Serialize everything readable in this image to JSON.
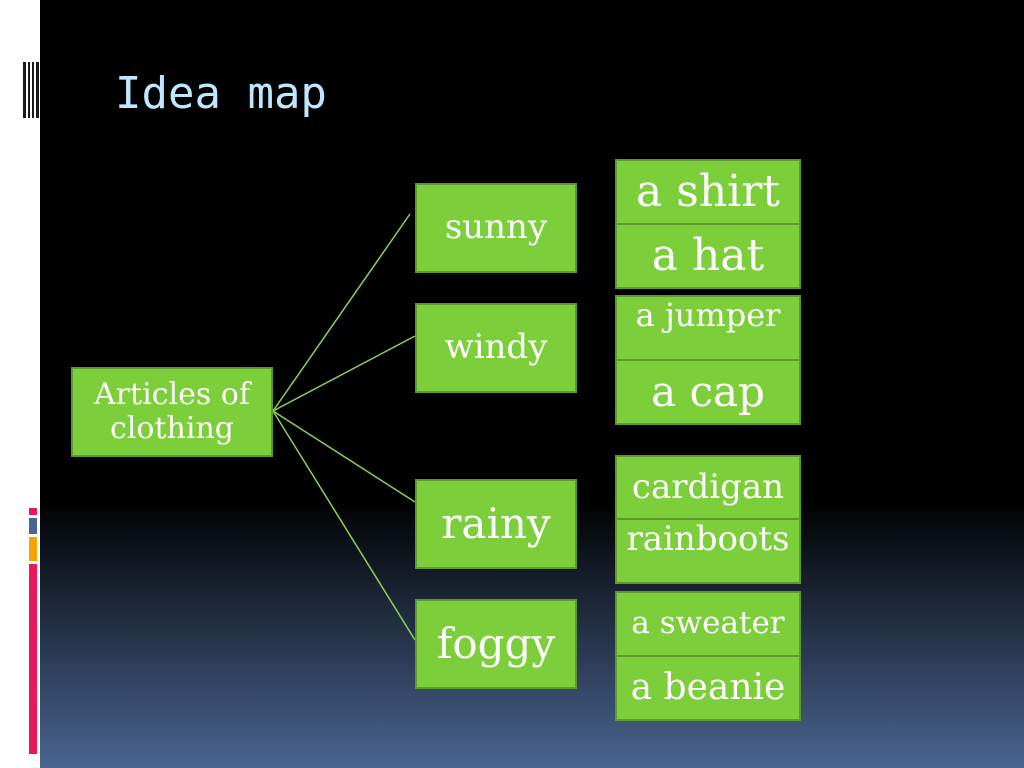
{
  "slide": {
    "title": "Idea map"
  },
  "diagram": {
    "root": "Articles of clothing",
    "categories": [
      {
        "label": "sunny",
        "items": [
          "a shirt",
          "a hat"
        ]
      },
      {
        "label": "windy",
        "items": [
          "a jumper",
          "a cap"
        ]
      },
      {
        "label": "rainy",
        "items": [
          "cardigan",
          "rainboots"
        ]
      },
      {
        "label": "foggy",
        "items": [
          "a sweater",
          "a beanie"
        ]
      }
    ]
  },
  "colors": {
    "box_fill": "#7ccf3b",
    "box_border": "#5c9a2c",
    "connector": "#8fd14f",
    "title_text": "#bfe8ff"
  }
}
